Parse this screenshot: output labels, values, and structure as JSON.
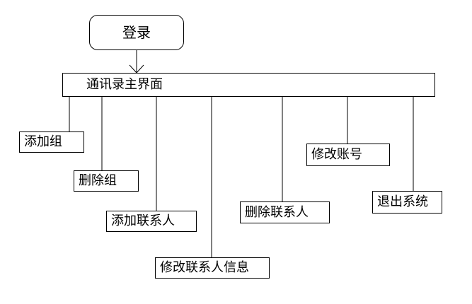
{
  "diagram": {
    "login": "登录",
    "main": "通讯录主界面",
    "children": [
      "添加组",
      "删除组",
      "添加联系人",
      "修改联系人信息",
      "删除联系人",
      "修改账号",
      "退出系统"
    ]
  }
}
